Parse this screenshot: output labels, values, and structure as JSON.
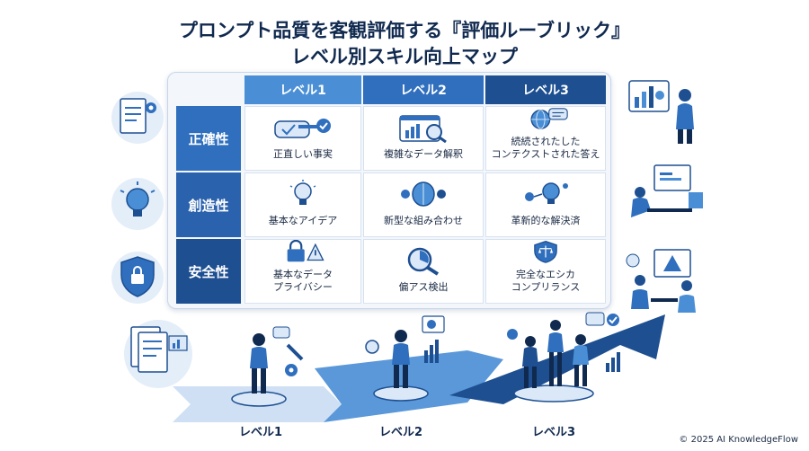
{
  "title": {
    "line1": "プロンプト品質を客観評価する『評価ルーブリック』",
    "line2": "レベル別スキル向上マップ"
  },
  "rubric": {
    "columns": [
      "レベル1",
      "レベル2",
      "レベル3"
    ],
    "rows": [
      {
        "label": "正確性",
        "cells": [
          "正直しい事実",
          "複雑なデータ解釈",
          "続続されたした\nコンテクストされた答え"
        ]
      },
      {
        "label": "創造性",
        "cells": [
          "基本なアイデア",
          "新型な組み合わせ",
          "革新的な解決済"
        ]
      },
      {
        "label": "安全性",
        "cells": [
          "基本なデータ\nプライバシー",
          "偏アス検出",
          "完全なエシカ\nコンプリランス"
        ]
      }
    ]
  },
  "progression": {
    "stages": [
      "レベル1",
      "レベル2",
      "レベル3"
    ]
  },
  "footer": {
    "copyright": "© 2025 AI KnowledgeFlow"
  },
  "colors": {
    "navy": "#10294f",
    "blue": "#2f6fbe",
    "light_blue": "#4a90d9",
    "dark_blue": "#1d4f91"
  }
}
